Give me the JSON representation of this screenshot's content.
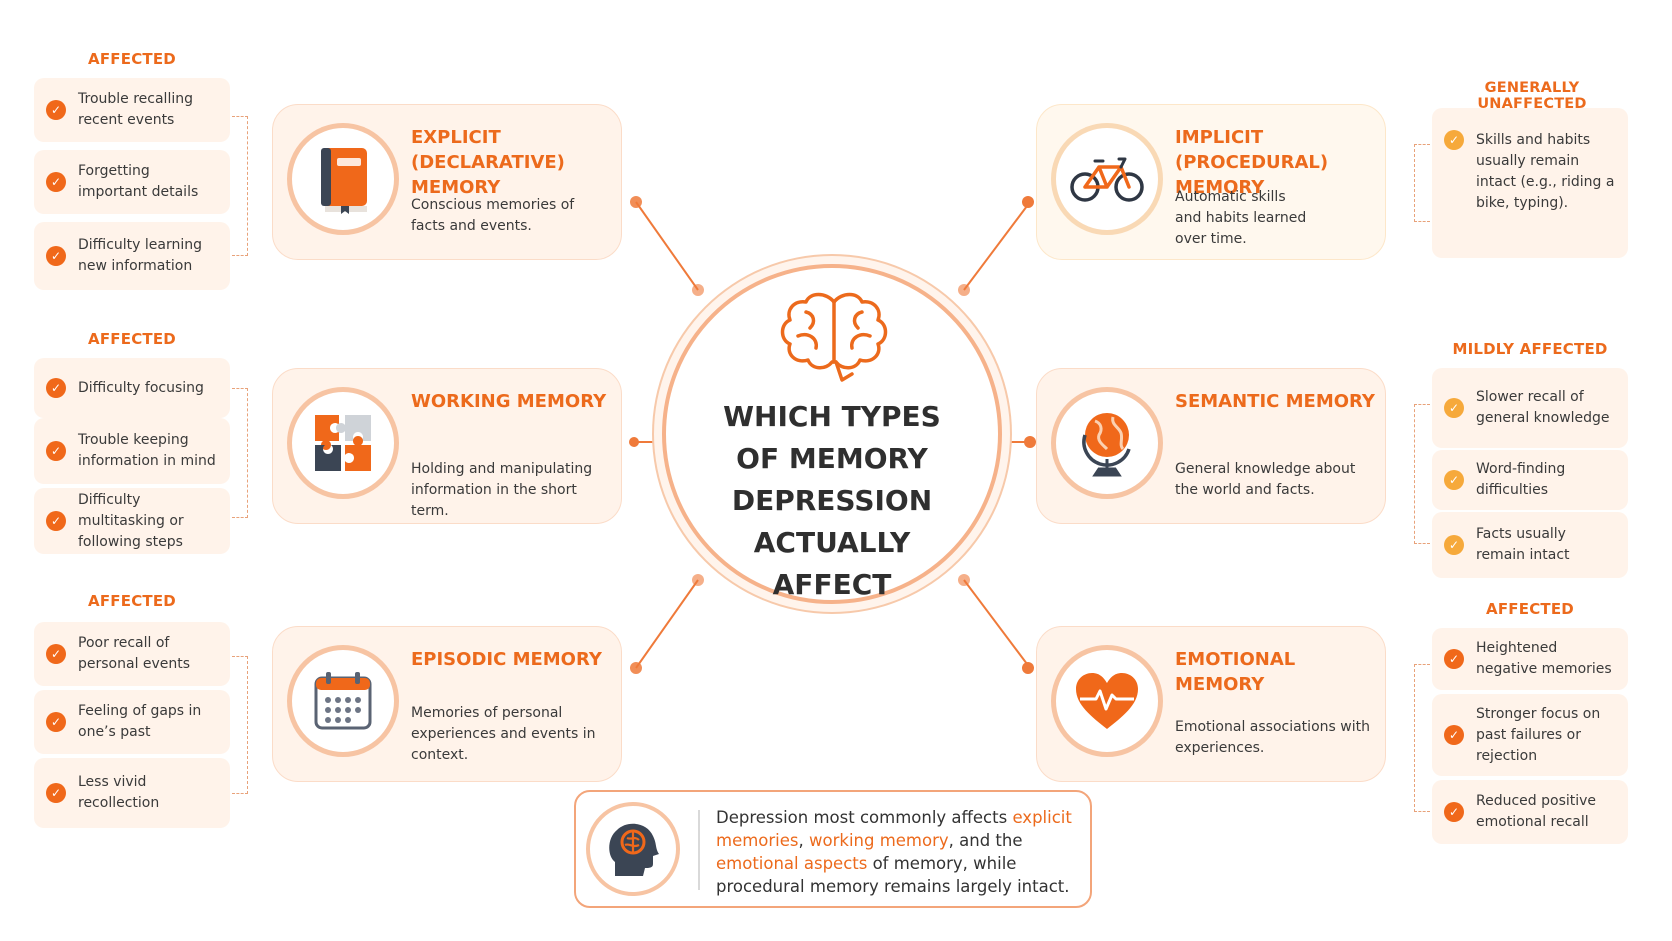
{
  "center": {
    "title": "WHICH TYPES OF MEMORY DEPRESSION ACTUALLY AFFECT",
    "icon": "brain-icon"
  },
  "colors": {
    "accent": "#ec6a1c",
    "check_affected": "#f0681a",
    "check_mild": "#f6a93b",
    "card_bg": "#fff3ea"
  },
  "left": [
    {
      "status": "AFFECTED",
      "title": "EXPLICIT (DECLARATIVE) MEMORY",
      "description": "Conscious memories of facts and events.",
      "icon": "book-icon",
      "items": [
        "Trouble recalling recent events",
        "Forgetting important details",
        "Difficulty learning new information"
      ]
    },
    {
      "status": "AFFECTED",
      "title": "WORKING MEMORY",
      "description": "Holding and manipulating information in the short term.",
      "icon": "puzzle-icon",
      "items": [
        "Difficulty focusing",
        "Trouble keeping information in mind",
        "Difficulty multitasking or following steps"
      ]
    },
    {
      "status": "AFFECTED",
      "title": "EPISODIC MEMORY",
      "description": "Memories of personal experiences and events in context.",
      "icon": "calendar-icon",
      "items": [
        "Poor recall of personal events",
        "Feeling of gaps in one’s past",
        "Less vivid recollection"
      ]
    }
  ],
  "right": [
    {
      "status": "GENERALLY UNAFFECTED",
      "title": "IMPLICIT (PROCEDURAL) MEMORY",
      "description": "Automatic skills and habits learned over time.",
      "icon": "bicycle-icon",
      "items": [
        "Skills and habits usually remain intact (e.g., riding a bike, typing)."
      ]
    },
    {
      "status": "MILDLY AFFECTED",
      "title": "SEMANTIC MEMORY",
      "description": "General knowledge about the world and facts.",
      "icon": "globe-icon",
      "items": [
        "Slower recall of general knowledge",
        "Word-finding difficulties",
        "Facts usually remain intact"
      ]
    },
    {
      "status": "AFFECTED",
      "title": "EMOTIONAL MEMORY",
      "description": "Emotional associations with experiences.",
      "icon": "heart-pulse-icon",
      "items": [
        "Heightened negative memories",
        "Stronger focus on past failures or rejection",
        "Reduced positive emotional recall"
      ]
    }
  ],
  "summary": {
    "icon": "head-brain-icon",
    "p1": "Depression most commonly affects ",
    "h1": "explicit memories",
    "p2": ", ",
    "h2": "working memory",
    "p3": ", and the ",
    "h3": "emotional aspects",
    "p4": " of memory, while procedural memory remains largely intact."
  }
}
